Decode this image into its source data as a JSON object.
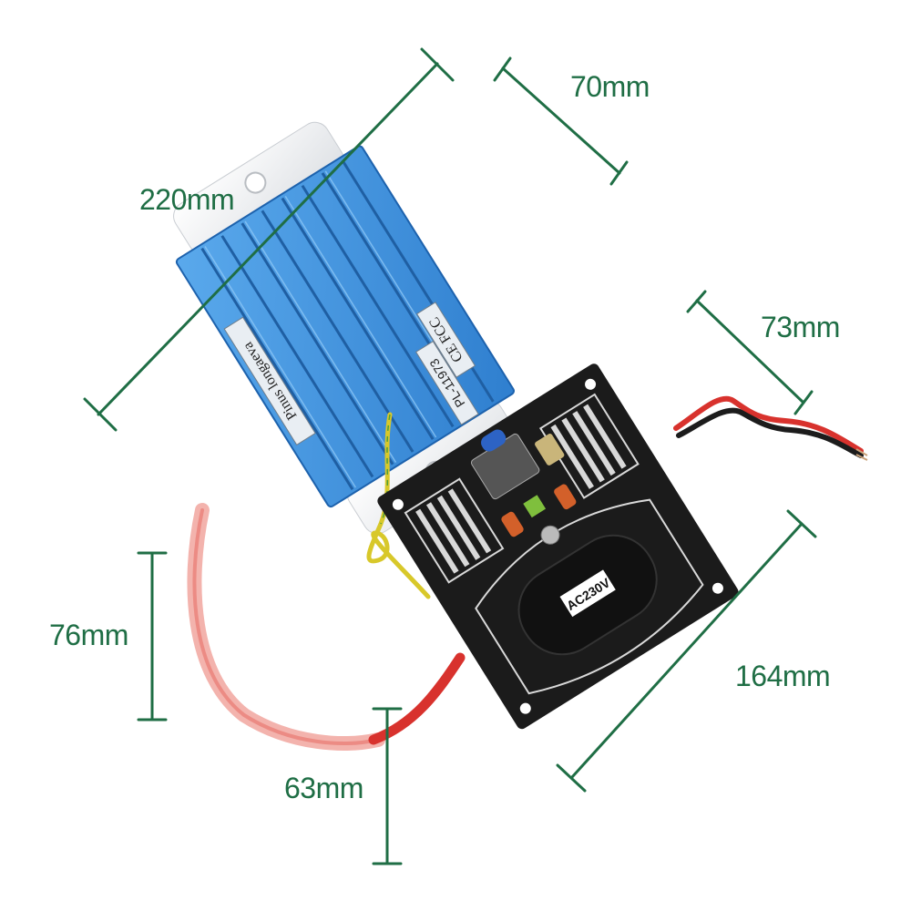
{
  "colors": {
    "dimension_green": "#1f6e45",
    "heatsink_blue": "#3d8fd8",
    "heatsink_dark": "#1d62ad",
    "endcap_white": "#f2f3f5",
    "pcb_black": "#1b1b1b",
    "wire_red": "#e23a35",
    "tube_pink": "#f4a8a2",
    "ground_wire": "#d6c624"
  },
  "dimensions": {
    "tube_length": "220mm",
    "tube_width": "70mm",
    "board_width": "73mm",
    "board_length": "164mm",
    "tube_height": "76mm",
    "board_height": "63mm"
  },
  "device_labels": {
    "brand": "Pinus longaeva",
    "model": "PL-11973",
    "certification": "CE FCC",
    "voltage": "AC230V"
  }
}
